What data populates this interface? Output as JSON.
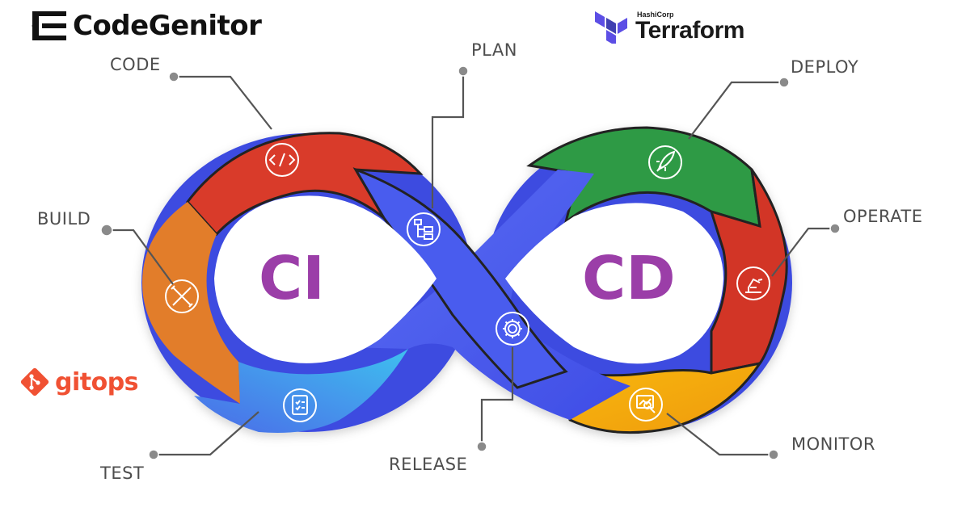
{
  "brand": {
    "name": "CodeGenitor",
    "icon": "codegenitor-logo-icon"
  },
  "partners": {
    "terraform": {
      "corp": "HashiCorp",
      "name": "Terraform",
      "icon": "terraform-logo-icon",
      "color": "#5c4ee5"
    },
    "gitops": {
      "name": "gitops",
      "icon": "git-logo-icon",
      "color": "#f05133"
    }
  },
  "loop": {
    "left_label": "CI",
    "right_label": "CD",
    "label_color": "#9b3ea8"
  },
  "stages": [
    {
      "label": "CODE",
      "icon": "code-icon",
      "color": "#d93a2b"
    },
    {
      "label": "BUILD",
      "icon": "tools-icon",
      "color": "#e27d2a"
    },
    {
      "label": "TEST",
      "icon": "clipboard-checklist-icon",
      "color": "#4a8be8"
    },
    {
      "label": "PLAN",
      "icon": "flowchart-icon",
      "color": "#4f5fee"
    },
    {
      "label": "RELEASE",
      "icon": "gear-icon",
      "color": "#4f5fee"
    },
    {
      "label": "DEPLOY",
      "icon": "rocket-icon",
      "color": "#2e9a44"
    },
    {
      "label": "OPERATE",
      "icon": "robot-arm-icon",
      "color": "#d23427"
    },
    {
      "label": "MONITOR",
      "icon": "monitor-chart-icon",
      "color": "#f2a60c"
    }
  ]
}
